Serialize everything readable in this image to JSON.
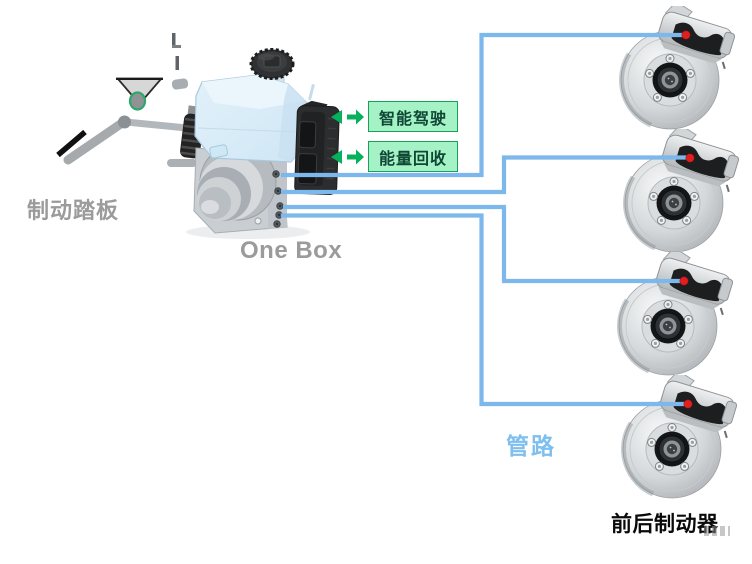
{
  "diagram": {
    "pedal_label": "制动踏板",
    "unit_label": "One Box",
    "pipes_label": "管路",
    "brakes_label": "前后制动器",
    "callouts": [
      {
        "label": "智能驾驶"
      },
      {
        "label": "能量回收"
      }
    ],
    "brake_count": 4,
    "colors": {
      "pipe": "#7DB8EC",
      "callout_fill": "#A5F2C7",
      "callout_border": "#18A058",
      "callout_text": "#0E4733",
      "arrow_green": "#07B05C",
      "pipes_label": "#7FBFEF",
      "gray_label": "#9B9B9B",
      "brakes_label": "#0A0A0A",
      "caliper_dot_red": "#E11F1F",
      "reservoir_blue": "#D9ECF8"
    }
  }
}
